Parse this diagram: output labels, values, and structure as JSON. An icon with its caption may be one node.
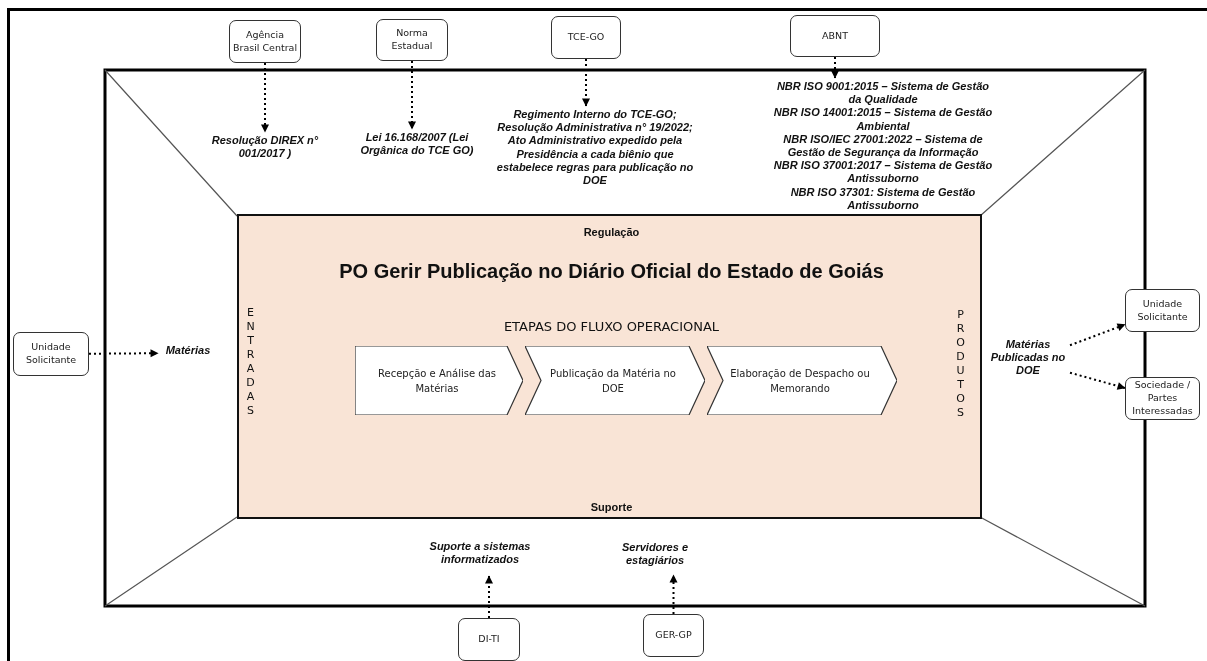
{
  "diagram": {
    "nodes": [
      {
        "text": [
          "Agência Brasil Central"
        ]
      },
      {
        "text": [
          "Norma Estadual"
        ]
      },
      {
        "text": [
          "TCE-GO"
        ]
      },
      {
        "text": [
          "ABNT"
        ]
      },
      {
        "text": [
          "Resolução DIREX n° 001/2017 )"
        ]
      },
      {
        "text": [
          "Lei 16.168/2007 (Lei Orgânica do TCE GO)"
        ]
      },
      {
        "text": [
          "Regimento Interno do TCE-GO;",
          "Resolução Administrativa n° 19/2022;",
          "Ato Administrativo expedido pela Presidência a cada biênio que estabelece regras para publicação no DOE"
        ]
      },
      {
        "text": [
          "NBR ISO 9001:2015 – Sistema de Gestão da Qualidade",
          "NBR ISO 14001:2015 – Sistema de Gestão Ambiental",
          "NBR ISO/IEC 27001:2022 – Sistema de Gestão de Segurança da Informação",
          "NBR ISO 37001:2017 – Sistema de Gestão Antissuborno",
          "NBR ISO 37301: Sistema de Gestão Antissuborno"
        ]
      },
      {
        "text": [
          "Regulação",
          "PO Gerir Publicação no Diário Oficial do Estado de Goiás",
          "ENTRADAS",
          "ETAPAS DO FLUXO OPERACIONAL",
          "PRODUTOS",
          "Suporte"
        ]
      },
      {
        "text": [
          "Recepção e Análise das Matérias"
        ],
        "in": 8
      },
      {
        "text": [
          "Publicação da Matéria no DOE"
        ],
        "in": 8
      },
      {
        "text": [
          "Elaboração de Despacho ou Memorando"
        ],
        "in": 8
      },
      {
        "text": [
          "Unidade Solicitante"
        ]
      },
      {
        "text": [
          "Matérias"
        ]
      },
      {
        "text": [
          "Matérias Publicadas no DOE"
        ]
      },
      {
        "text": [
          "Unidade Solicitante"
        ]
      },
      {
        "text": [
          "Sociedade / Partes Interessadas"
        ]
      },
      {
        "text": [
          "Suporte a sistemas informatizados"
        ]
      },
      {
        "text": [
          "Servidores e estagiários"
        ]
      },
      {
        "text": [
          "DI-TI"
        ]
      },
      {
        "text": [
          "GER-GP"
        ]
      }
    ],
    "edges": [
      {
        "from": 0,
        "to": 4,
        "arrow": "to",
        "style": "dashed"
      },
      {
        "from": 1,
        "to": 5,
        "arrow": "to",
        "style": "dashed"
      },
      {
        "from": 2,
        "to": 6,
        "arrow": "to",
        "style": "dashed"
      },
      {
        "from": 3,
        "to": 7,
        "arrow": "to",
        "style": "dashed"
      },
      {
        "from": 12,
        "to": 13,
        "arrow": "to",
        "style": "dashed"
      },
      {
        "from": 14,
        "to": 15,
        "arrow": "to",
        "style": "dashed"
      },
      {
        "from": 14,
        "to": 16,
        "arrow": "to",
        "style": "dashed"
      },
      {
        "from": 19,
        "to": 17,
        "arrow": "to",
        "style": "dashed"
      },
      {
        "from": 20,
        "to": 18,
        "arrow": "to",
        "style": "dashed"
      }
    ]
  }
}
